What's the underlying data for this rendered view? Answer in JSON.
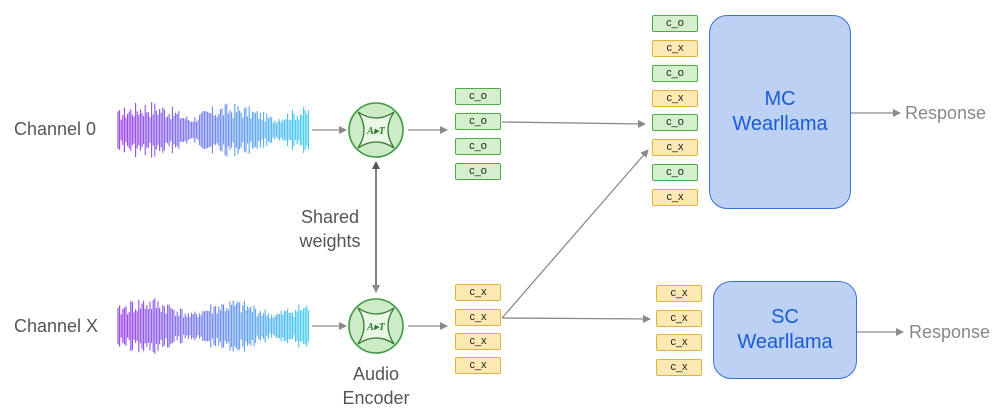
{
  "channels": [
    {
      "label": "Channel 0"
    },
    {
      "label": "Channel X"
    }
  ],
  "encoder": {
    "glyph": "A▸T",
    "icon": "audio-to-token-icon",
    "label": "Audio\nEncoder"
  },
  "shared_weights_label": "Shared\nweights",
  "tokens": {
    "channel0": [
      "c_o",
      "c_o",
      "c_o",
      "c_o"
    ],
    "channelx": [
      "c_x",
      "c_x",
      "c_x",
      "c_x"
    ],
    "mc_stack": [
      "c_o",
      "c_x",
      "c_o",
      "c_x",
      "c_o",
      "c_x",
      "c_o",
      "c_x"
    ],
    "sc_stack": [
      "c_x",
      "c_x",
      "c_x",
      "c_x"
    ]
  },
  "models": {
    "mc": {
      "line1": "MC",
      "line2": "Wearllama"
    },
    "sc": {
      "line1": "SC",
      "line2": "Wearllama"
    }
  },
  "outputs": {
    "mc": "Response",
    "sc": "Response"
  },
  "colors": {
    "token_o_fill": "#d4efcc",
    "token_o_border": "#4fa84a",
    "token_x_fill": "#fde9b3",
    "token_x_border": "#e0b43c",
    "model_fill": "#bcd1f3",
    "model_border": "#3c72d6",
    "model_text": "#1a5bd6",
    "encoder_fill": "#cdebc7",
    "encoder_border": "#3f9a44",
    "waveform_start": "#9b3ce6",
    "waveform_end": "#3fd0f0"
  }
}
